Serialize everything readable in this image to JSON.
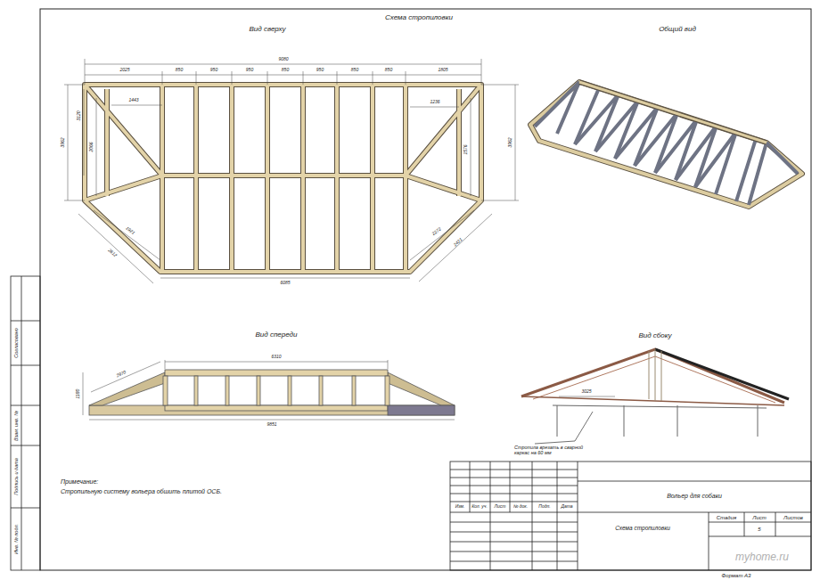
{
  "diagram": {
    "title": "Схема стропиловки",
    "labels": [
      "Вид сверху",
      "Общий вид",
      "9080",
      "2025",
      "850",
      "950",
      "950",
      "850",
      "950",
      "850",
      "850",
      "1805",
      "3962",
      "3120",
      "2066",
      "1443",
      "3962",
      "1236",
      "1576",
      "1921",
      "2612",
      "2272",
      "2421",
      "6085",
      "Вид спереди",
      "Вид сбоку",
      "6310",
      "2970",
      "1180",
      "9851",
      "3025",
      "Стропила врезать в сварной каркас на 60 мм",
      "Примечание:",
      "Стропильную систему вольера обшить плитой ОСБ.",
      "Изм.",
      "Кол. уч.",
      "Лист",
      "№ док.",
      "Подп.",
      "Дата",
      "Вольер для собаки",
      "Схема стропиловки",
      "Стадия",
      "Лист",
      "Листов",
      "5",
      "Согласовано",
      "Взам. инв. №",
      "Подпись и дата",
      "Инв. № подл.",
      "myhome.ru",
      "Формат А3"
    ]
  }
}
